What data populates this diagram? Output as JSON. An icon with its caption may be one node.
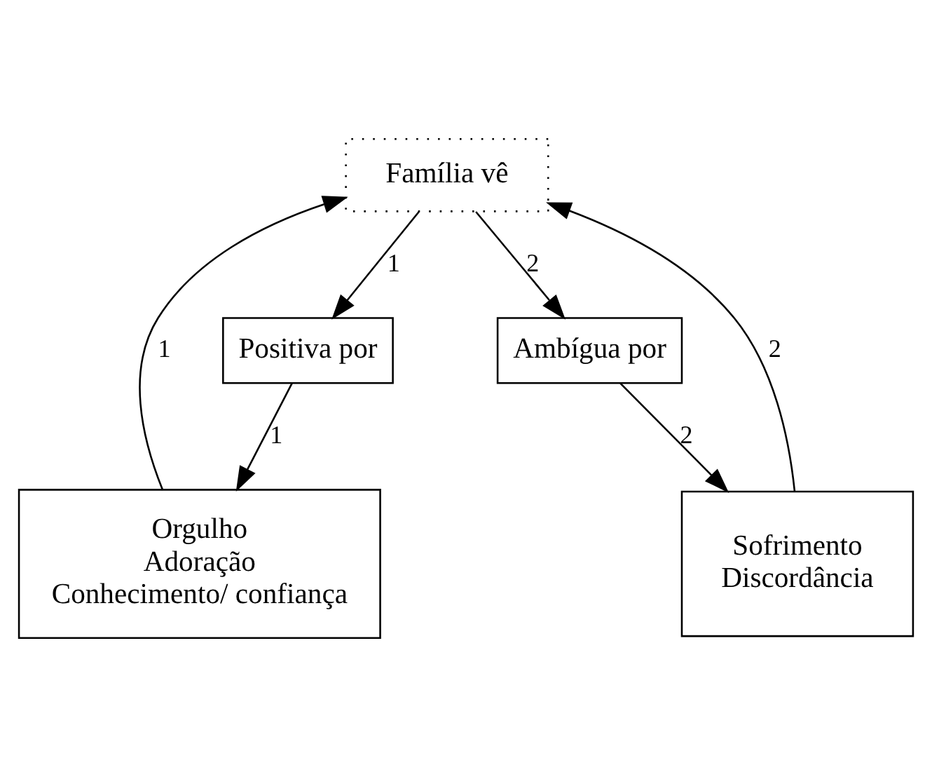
{
  "diagram": {
    "nodes": [
      {
        "text": [
          "Família vê"
        ]
      },
      {
        "text": [
          "Positiva por"
        ]
      },
      {
        "text": [
          "Ambígua por"
        ]
      },
      {
        "text": [
          "Orgulho",
          "Adoração",
          "Conhecimento/ confiança"
        ]
      },
      {
        "text": [
          "Sofrimento",
          "Discordância"
        ]
      }
    ],
    "edges": [
      {
        "from": 0,
        "to": 1,
        "arrow": "to",
        "label": "1"
      },
      {
        "from": 1,
        "to": 3,
        "arrow": "to",
        "label": "1"
      },
      {
        "from": 3,
        "to": 0,
        "arrow": "to",
        "label": "1"
      },
      {
        "from": 4,
        "to": 0,
        "arrow": "to",
        "label": "2"
      },
      {
        "from": 0,
        "to": 2,
        "arrow": "to",
        "label": "2"
      },
      {
        "from": 2,
        "to": 4,
        "arrow": "to",
        "label": "2"
      }
    ]
  }
}
